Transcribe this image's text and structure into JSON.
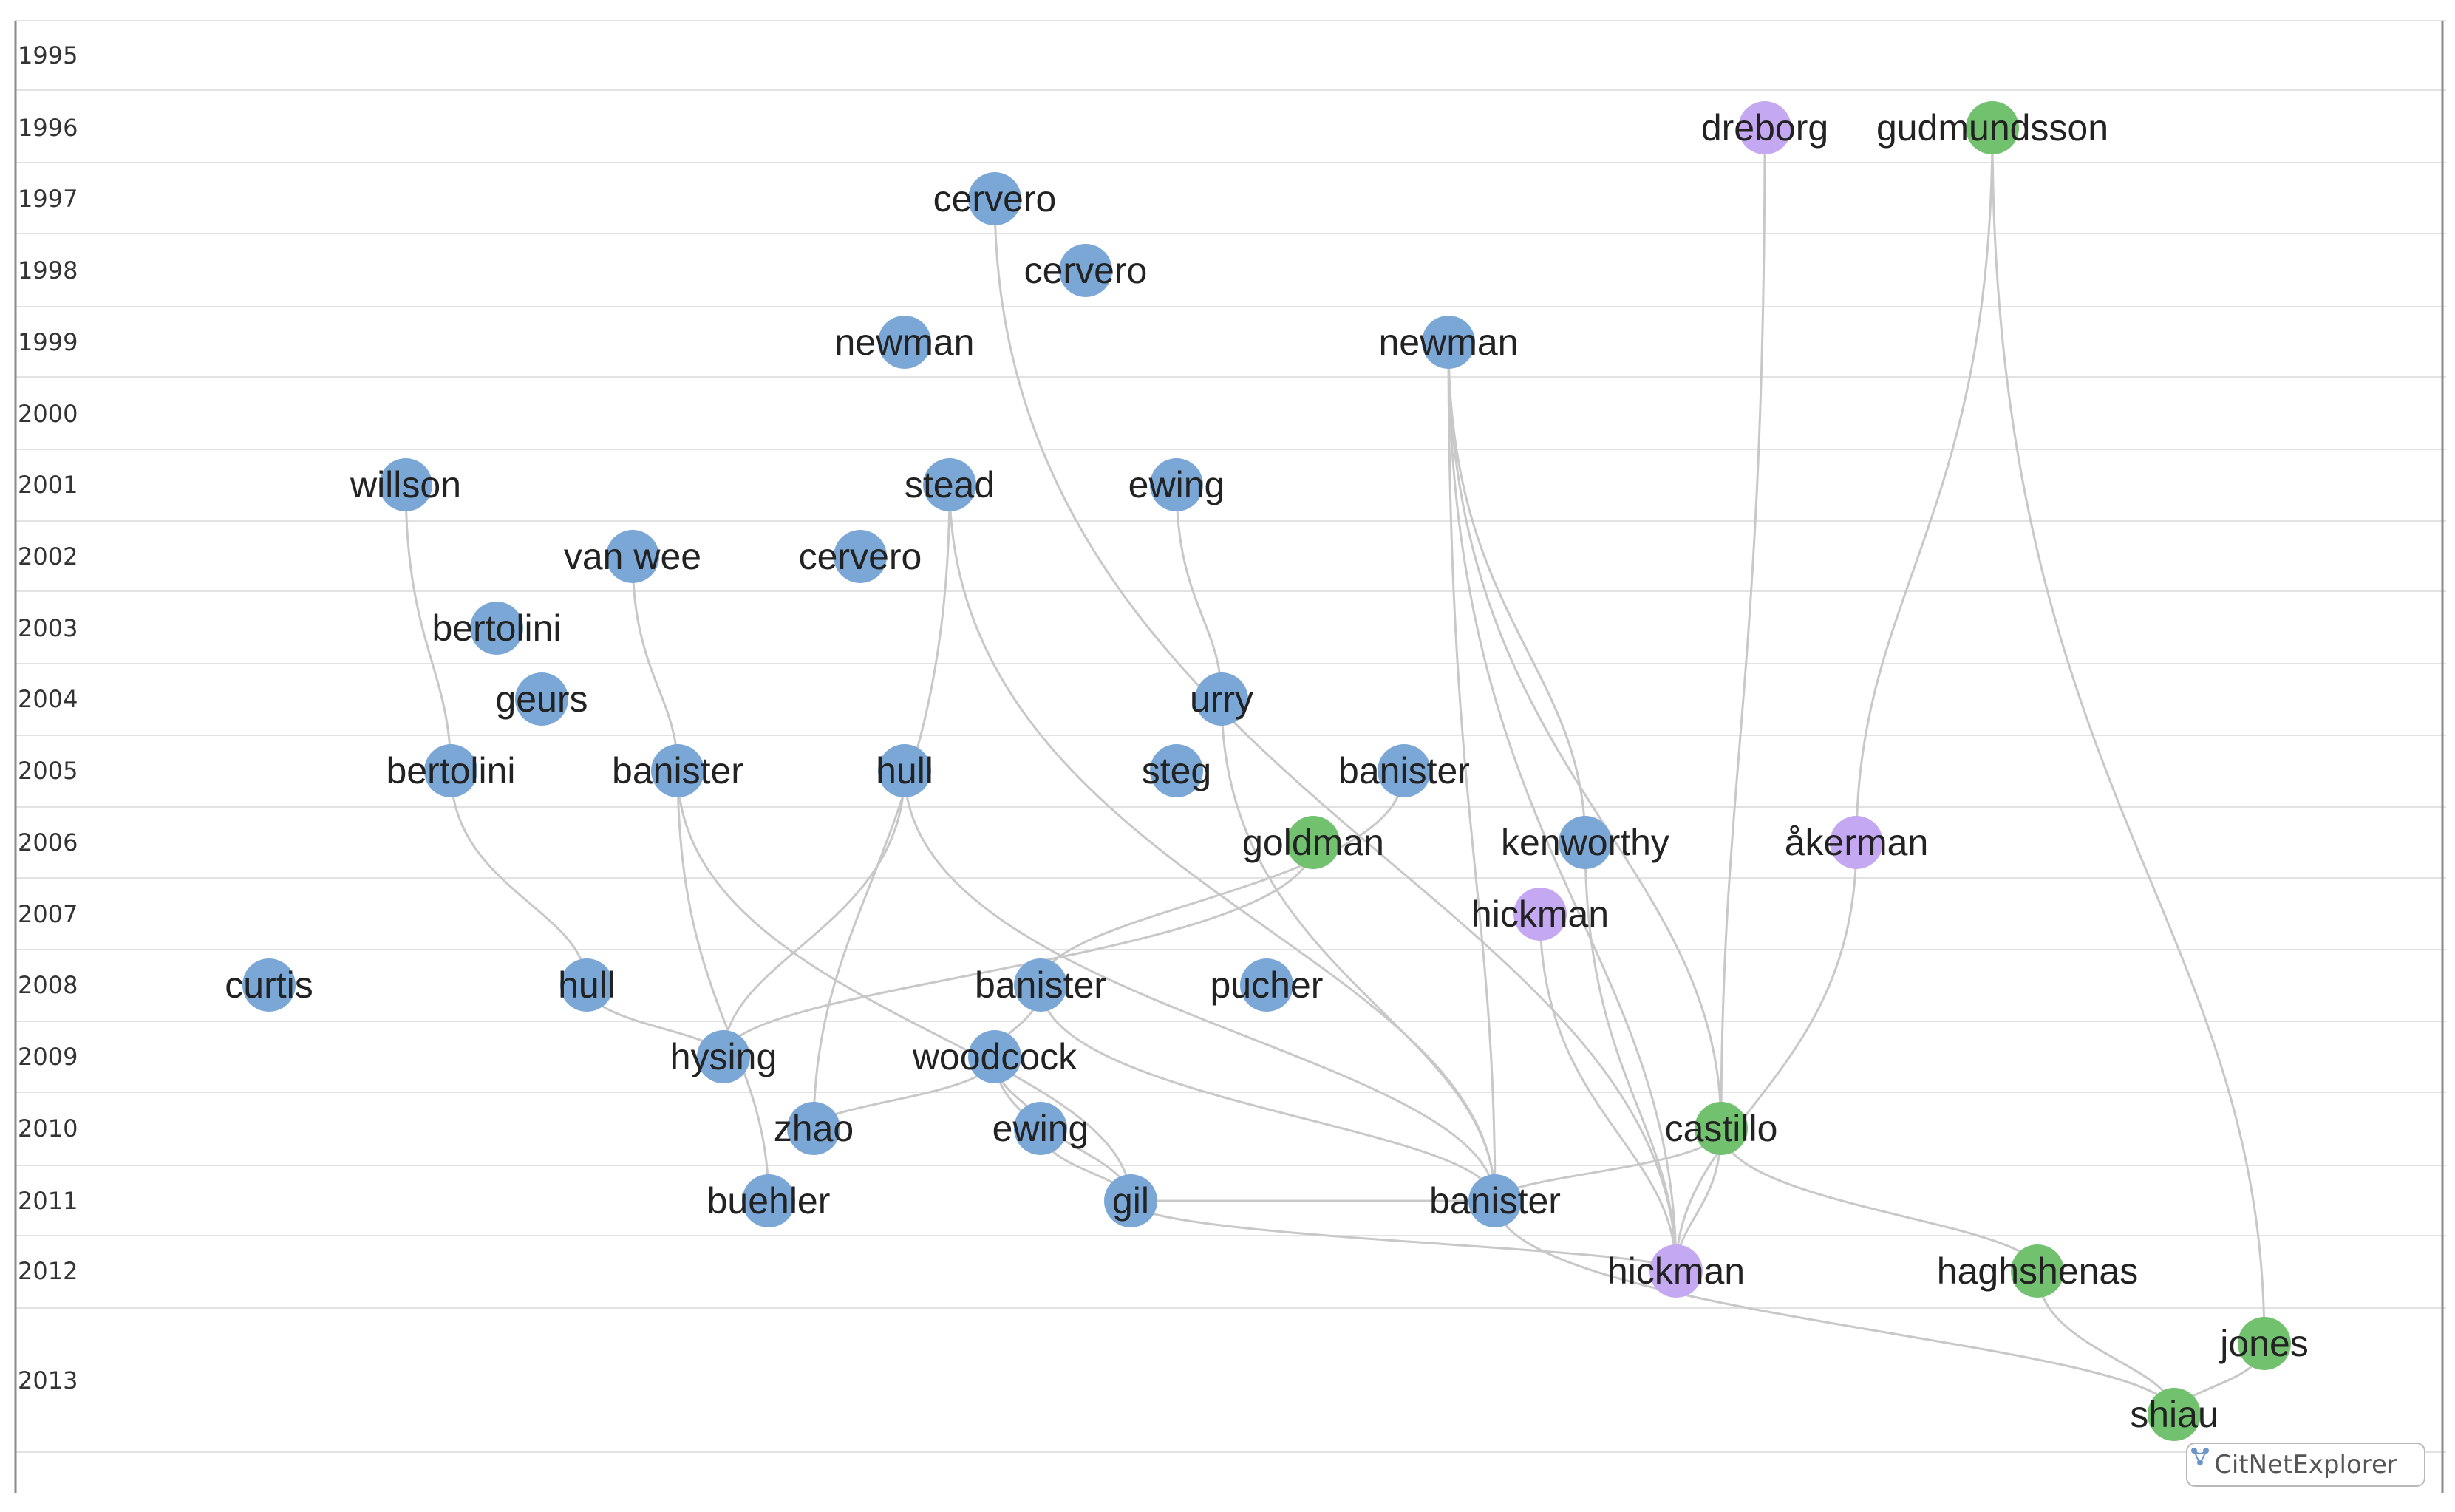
{
  "colors": {
    "blue": "#7ba7d7",
    "green": "#72c16f",
    "purple": "#c5a8f2",
    "edge": "#c8c8c8",
    "grid": "#e2e2e2"
  },
  "years": [
    "1995",
    "1996",
    "1997",
    "1998",
    "1999",
    "2000",
    "2001",
    "2002",
    "2003",
    "2004",
    "2005",
    "2006",
    "2007",
    "2008",
    "2009",
    "2010",
    "2011",
    "2012",
    "2013"
  ],
  "nodes": [
    {
      "id": "dreborg-1996",
      "label": "dreborg",
      "year": "1996",
      "cluster": "purple"
    },
    {
      "id": "gudmundsson-1996",
      "label": "gudmundsson",
      "year": "1996",
      "cluster": "green"
    },
    {
      "id": "cervero-1997",
      "label": "cervero",
      "year": "1997",
      "cluster": "blue"
    },
    {
      "id": "cervero-1998",
      "label": "cervero",
      "year": "1998",
      "cluster": "blue"
    },
    {
      "id": "newman-1999a",
      "label": "newman",
      "year": "1999",
      "cluster": "blue"
    },
    {
      "id": "newman-1999b",
      "label": "newman",
      "year": "1999",
      "cluster": "blue"
    },
    {
      "id": "willson-2001",
      "label": "willson",
      "year": "2001",
      "cluster": "blue"
    },
    {
      "id": "stead-2001",
      "label": "stead",
      "year": "2001",
      "cluster": "blue"
    },
    {
      "id": "ewing-2001",
      "label": "ewing",
      "year": "2001",
      "cluster": "blue"
    },
    {
      "id": "vanwee-2002",
      "label": "van wee",
      "year": "2002",
      "cluster": "blue"
    },
    {
      "id": "cervero-2002",
      "label": "cervero",
      "year": "2002",
      "cluster": "blue"
    },
    {
      "id": "bertolini-2003",
      "label": "bertolini",
      "year": "2003",
      "cluster": "blue"
    },
    {
      "id": "geurs-2004",
      "label": "geurs",
      "year": "2004",
      "cluster": "blue"
    },
    {
      "id": "urry-2004",
      "label": "urry",
      "year": "2004",
      "cluster": "blue"
    },
    {
      "id": "bertolini-2005",
      "label": "bertolini",
      "year": "2005",
      "cluster": "blue"
    },
    {
      "id": "banister-2005a",
      "label": "banister",
      "year": "2005",
      "cluster": "blue"
    },
    {
      "id": "hull-2005",
      "label": "hull",
      "year": "2005",
      "cluster": "blue"
    },
    {
      "id": "steg-2005",
      "label": "steg",
      "year": "2005",
      "cluster": "blue"
    },
    {
      "id": "banister-2005b",
      "label": "banister",
      "year": "2005",
      "cluster": "blue"
    },
    {
      "id": "goldman-2006",
      "label": "goldman",
      "year": "2006",
      "cluster": "green"
    },
    {
      "id": "kenworthy-2006",
      "label": "kenworthy",
      "year": "2006",
      "cluster": "blue"
    },
    {
      "id": "akerman-2006",
      "label": "åkerman",
      "year": "2006",
      "cluster": "purple"
    },
    {
      "id": "hickman-2007",
      "label": "hickman",
      "year": "2007",
      "cluster": "purple"
    },
    {
      "id": "curtis-2008",
      "label": "curtis",
      "year": "2008",
      "cluster": "blue"
    },
    {
      "id": "hull-2008",
      "label": "hull",
      "year": "2008",
      "cluster": "blue"
    },
    {
      "id": "banister-2008",
      "label": "banister",
      "year": "2008",
      "cluster": "blue"
    },
    {
      "id": "pucher-2008",
      "label": "pucher",
      "year": "2008",
      "cluster": "blue"
    },
    {
      "id": "hysing-2009",
      "label": "hysing",
      "year": "2009",
      "cluster": "blue"
    },
    {
      "id": "woodcock-2009",
      "label": "woodcock",
      "year": "2009",
      "cluster": "blue"
    },
    {
      "id": "zhao-2010",
      "label": "zhao",
      "year": "2010",
      "cluster": "blue"
    },
    {
      "id": "ewing-2010",
      "label": "ewing",
      "year": "2010",
      "cluster": "blue"
    },
    {
      "id": "castillo-2010",
      "label": "castillo",
      "year": "2010",
      "cluster": "green"
    },
    {
      "id": "buehler-2011",
      "label": "buehler",
      "year": "2011",
      "cluster": "blue"
    },
    {
      "id": "gil-2011",
      "label": "gil",
      "year": "2011",
      "cluster": "blue"
    },
    {
      "id": "banister-2011",
      "label": "banister",
      "year": "2011",
      "cluster": "blue"
    },
    {
      "id": "hickman-2012",
      "label": "hickman",
      "year": "2012",
      "cluster": "purple"
    },
    {
      "id": "haghshenas-2012",
      "label": "haghshenas",
      "year": "2012",
      "cluster": "green"
    },
    {
      "id": "jones-2013",
      "label": "jones",
      "year": "2013",
      "cluster": "green"
    },
    {
      "id": "shiau-2013",
      "label": "shiau",
      "year": "2013",
      "cluster": "green"
    }
  ],
  "edges": [
    [
      "willson-2001",
      "bertolini-2005"
    ],
    [
      "bertolini-2005",
      "hull-2008"
    ],
    [
      "hull-2008",
      "hysing-2009"
    ],
    [
      "vanwee-2002",
      "banister-2005a"
    ],
    [
      "banister-2005a",
      "buehler-2011"
    ],
    [
      "banister-2005a",
      "gil-2011"
    ],
    [
      "hull-2005",
      "hysing-2009"
    ],
    [
      "hull-2005",
      "banister-2011"
    ],
    [
      "stead-2001",
      "zhao-2010"
    ],
    [
      "stead-2001",
      "banister-2011"
    ],
    [
      "ewing-2001",
      "urry-2004"
    ],
    [
      "urry-2004",
      "banister-2011"
    ],
    [
      "cervero-1997",
      "hickman-2012"
    ],
    [
      "banister-2005b",
      "banister-2008"
    ],
    [
      "goldman-2006",
      "hysing-2009"
    ],
    [
      "banister-2008",
      "woodcock-2009"
    ],
    [
      "woodcock-2009",
      "zhao-2010"
    ],
    [
      "woodcock-2009",
      "ewing-2010"
    ],
    [
      "woodcock-2009",
      "gil-2011"
    ],
    [
      "banister-2008",
      "banister-2011"
    ],
    [
      "ewing-2010",
      "gil-2011"
    ],
    [
      "gil-2011",
      "banister-2011"
    ],
    [
      "gil-2011",
      "hickman-2012"
    ],
    [
      "newman-1999b",
      "kenworthy-2006"
    ],
    [
      "newman-1999b",
      "castillo-2010"
    ],
    [
      "newman-1999b",
      "hickman-2012"
    ],
    [
      "newman-1999b",
      "banister-2011"
    ],
    [
      "kenworthy-2006",
      "hickman-2012"
    ],
    [
      "hickman-2007",
      "hickman-2012"
    ],
    [
      "dreborg-1996",
      "castillo-2010"
    ],
    [
      "gudmundsson-1996",
      "akerman-2006"
    ],
    [
      "gudmundsson-1996",
      "jones-2013"
    ],
    [
      "akerman-2006",
      "hickman-2012"
    ],
    [
      "castillo-2010",
      "hickman-2012"
    ],
    [
      "castillo-2010",
      "haghshenas-2012"
    ],
    [
      "castillo-2010",
      "banister-2011"
    ],
    [
      "banister-2011",
      "shiau-2013"
    ],
    [
      "haghshenas-2012",
      "shiau-2013"
    ],
    [
      "jones-2013",
      "shiau-2013"
    ]
  ],
  "badge": {
    "text": "CitNetExplorer"
  }
}
